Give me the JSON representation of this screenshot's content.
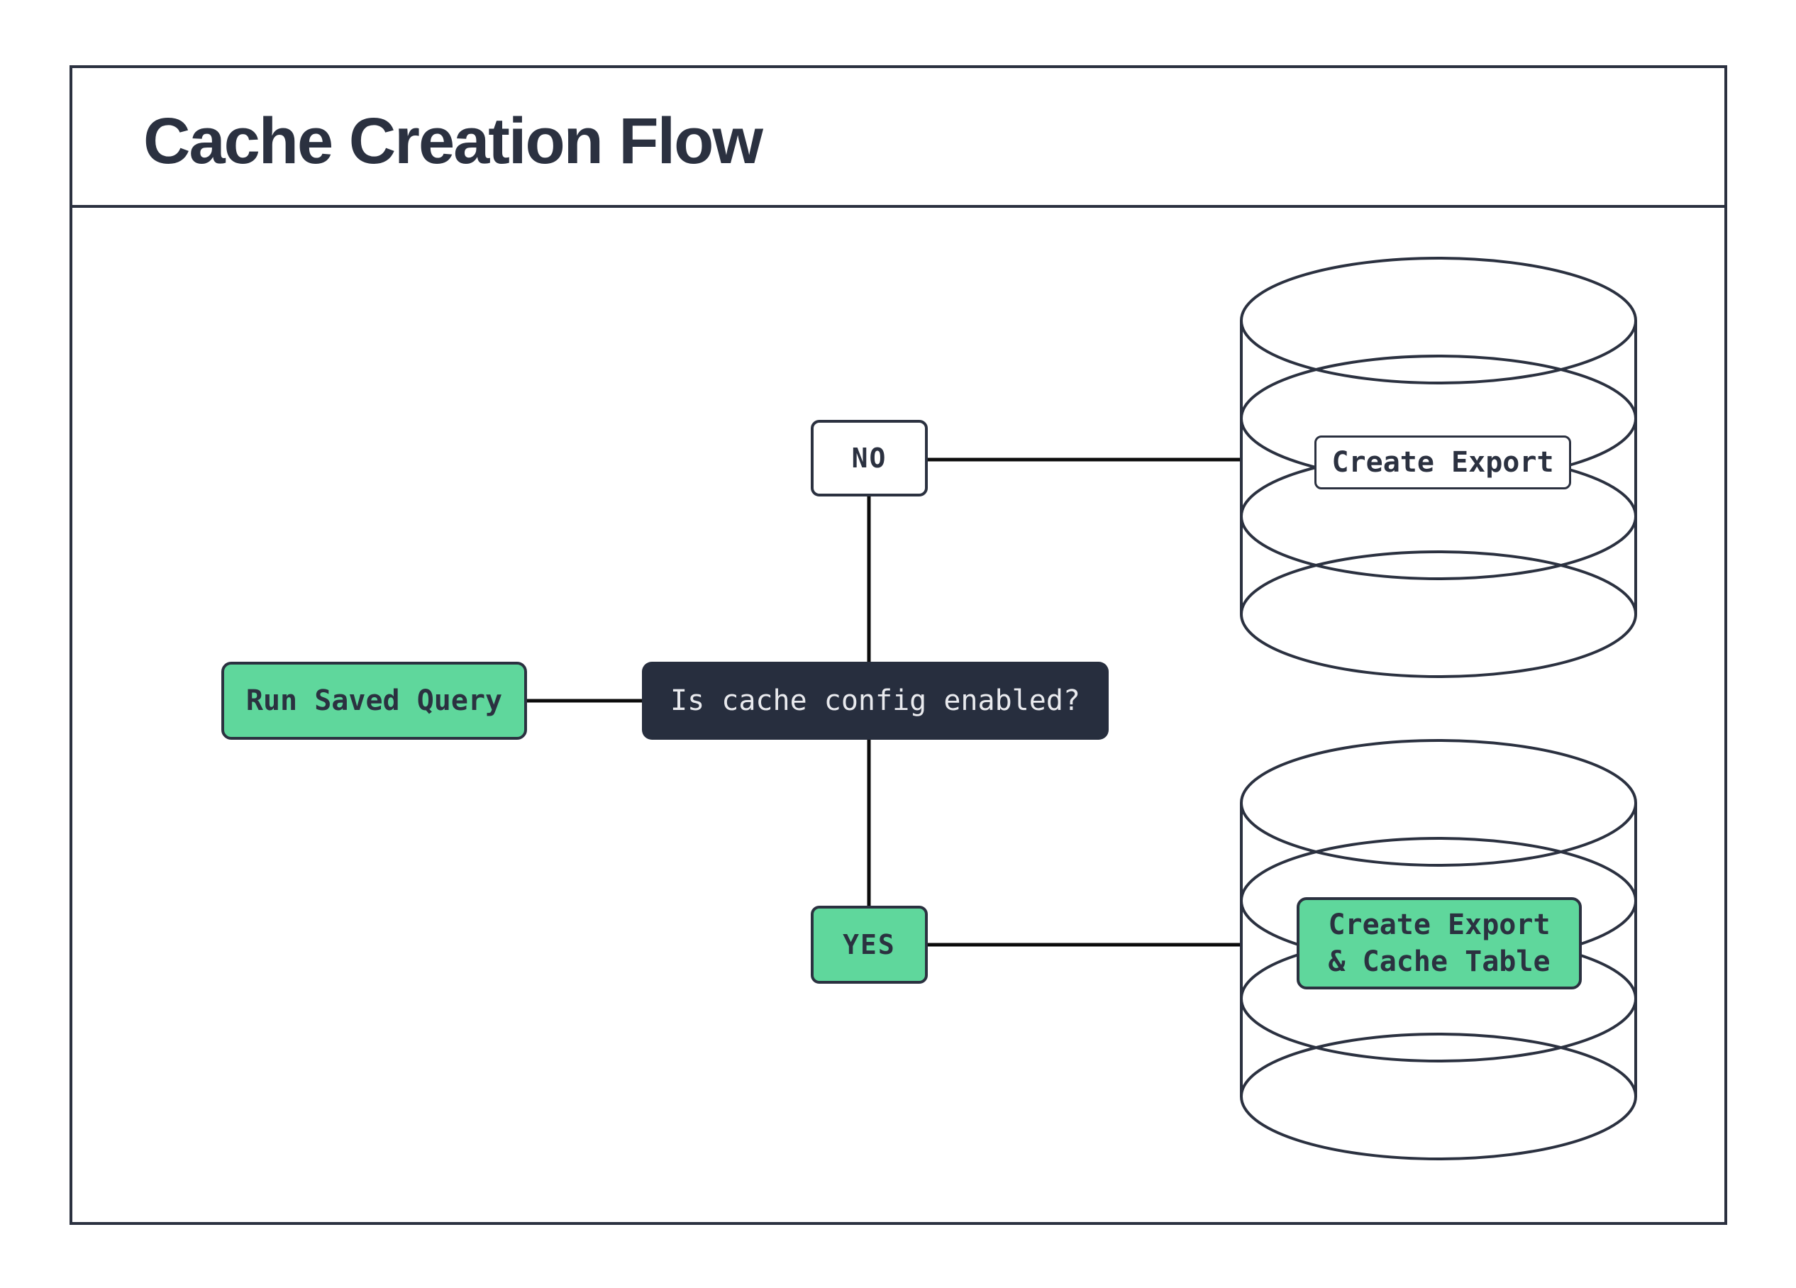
{
  "page": {
    "title": "Cache Creation Flow"
  },
  "colors": {
    "navy": "#2b3140",
    "dark_fill": "#272e3e",
    "green": "#5fd79c",
    "light_text": "#e9eaee",
    "connector": "#0c0c0c",
    "background": "#ffffff"
  },
  "nodes": {
    "start": {
      "label": "Run Saved Query"
    },
    "decision": {
      "label": "Is cache config enabled?"
    },
    "branch_no": {
      "label": "NO"
    },
    "branch_yes": {
      "label": "YES"
    },
    "outcome_no": {
      "label": "Create Export"
    },
    "outcome_yes": {
      "label_line1": "Create Export",
      "label_line2": "& Cache Table"
    }
  },
  "icons": {
    "outcome_no": "database-cylinder-icon",
    "outcome_yes": "database-cylinder-icon"
  }
}
